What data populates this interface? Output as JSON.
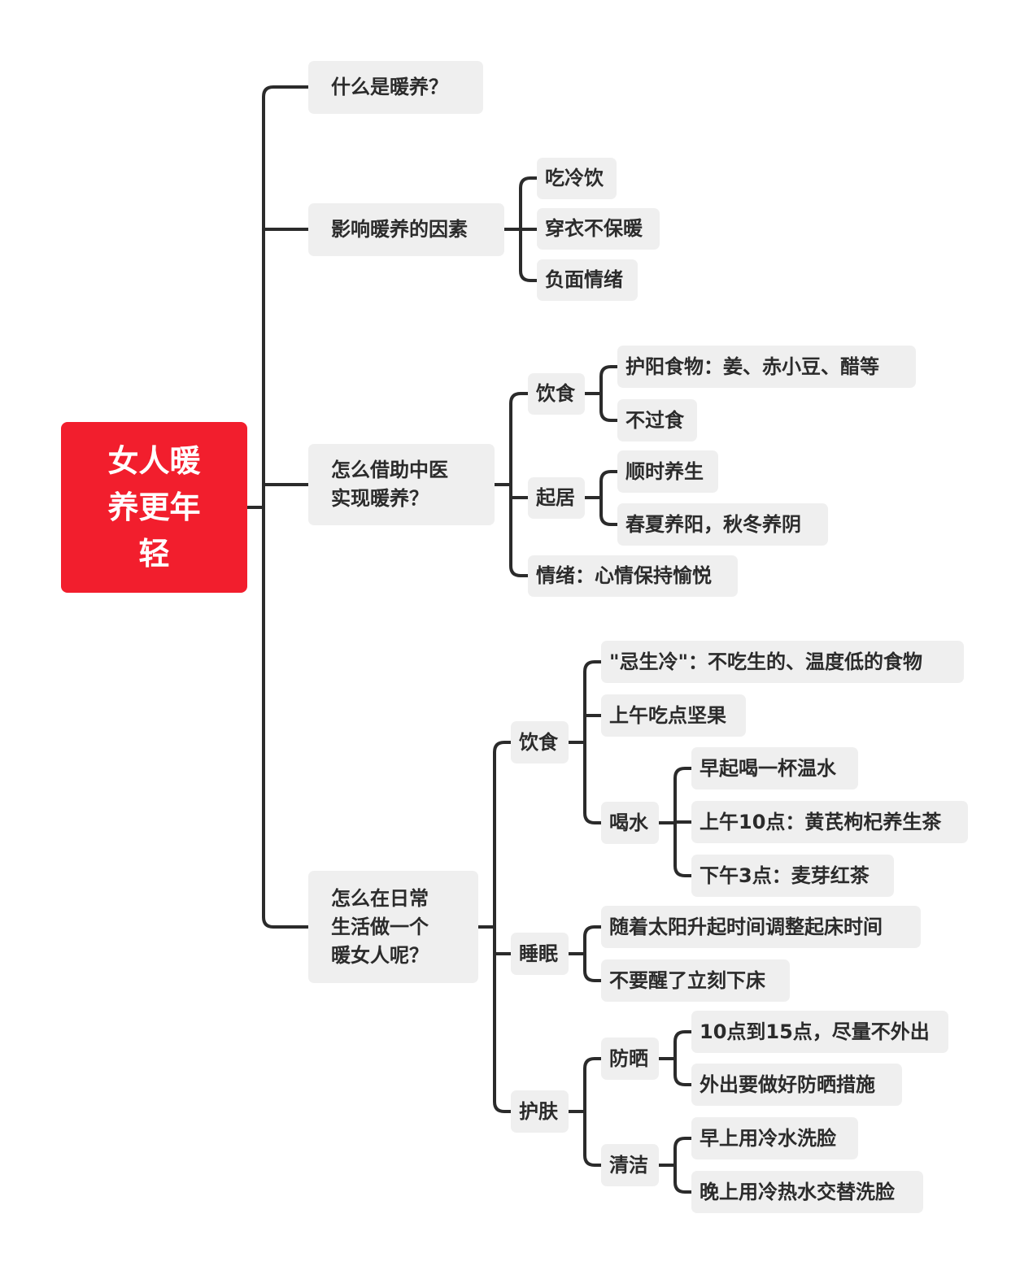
{
  "colors": {
    "root_bg": "#f21e2d",
    "node_bg": "#efefef",
    "line": "#2b2b2b",
    "text": "#2b2b2b"
  },
  "root": "女人暖\n养更年\n轻",
  "sections": {
    "what": {
      "label": "什么是暖养？"
    },
    "factors": {
      "label": "影响暖养的因素",
      "items": [
        "吃冷饮",
        "穿衣不保暖",
        "负面情绪"
      ]
    },
    "tcm": {
      "label": "怎么借助中医\n实现暖养？",
      "diet": {
        "label": "饮食",
        "items": [
          "护阳食物：姜、赤小豆、醋等",
          "不过食"
        ]
      },
      "living": {
        "label": "起居",
        "items": [
          "顺时养生",
          "春夏养阳，秋冬养阴"
        ]
      },
      "mood": {
        "label": "情绪：心情保持愉悦"
      }
    },
    "daily": {
      "label": "怎么在日常\n生活做一个\n暖女人呢？",
      "diet": {
        "label": "饮食",
        "items": [
          "\"忌生冷\"：不吃生的、温度低的食物",
          "上午吃点坚果"
        ],
        "water": {
          "label": "喝水",
          "items": [
            "早起喝一杯温水",
            "上午10点：黄芪枸杞养生茶",
            "下午3点：麦芽红茶"
          ]
        }
      },
      "sleep": {
        "label": "睡眠",
        "items": [
          "随着太阳升起时间调整起床时间",
          "不要醒了立刻下床"
        ]
      },
      "skin": {
        "label": "护肤",
        "sun": {
          "label": "防晒",
          "items": [
            "10点到15点，尽量不外出",
            "外出要做好防晒措施"
          ]
        },
        "clean": {
          "label": "清洁",
          "items": [
            "早上用冷水洗脸",
            "晚上用冷热水交替洗脸"
          ]
        }
      }
    }
  }
}
